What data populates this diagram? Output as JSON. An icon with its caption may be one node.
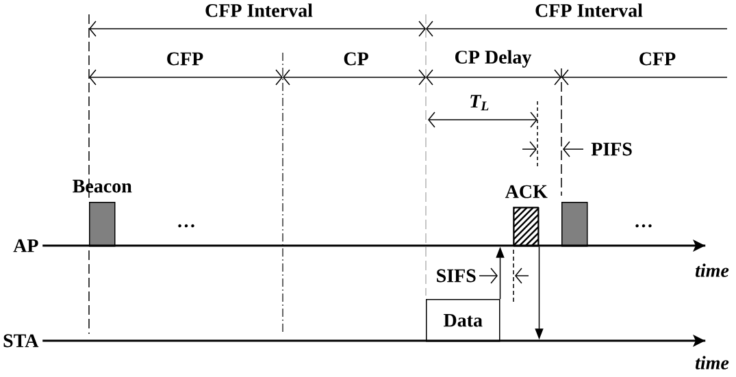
{
  "diagram": {
    "nodes": [
      {
        "text": [
          "Beacon"
        ]
      },
      {
        "text": [
          "ACK"
        ]
      },
      {
        "text": [],
        "shape": "box"
      },
      {
        "text": [
          "Data"
        ]
      },
      {
        "text": [
          "AP"
        ],
        "beside": [
          "time"
        ]
      },
      {
        "text": [
          "STA"
        ],
        "beside": [
          "time"
        ]
      }
    ],
    "edges": [
      {
        "from": 3,
        "to": 4,
        "arrow": "to"
      },
      {
        "from": 1,
        "to": 5,
        "arrow": "to"
      }
    ],
    "labels": [
      "CFP Interval",
      "CFP Interval",
      "CFP",
      "CP",
      "CP Delay",
      "CFP",
      "T$_{L}$",
      "PIFS",
      "…",
      "…",
      "SIFS"
    ]
  }
}
